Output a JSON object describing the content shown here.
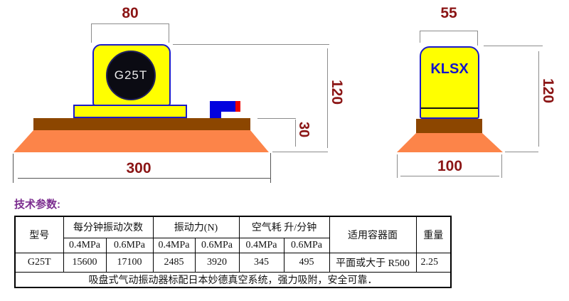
{
  "front_view": {
    "model_label": "G25T",
    "dim_top_width": "80",
    "dim_height": "120",
    "dim_pad_height": "30",
    "dim_base_width": "300"
  },
  "side_view": {
    "model_label": "KLSX",
    "dim_top_width": "55",
    "dim_height": "120",
    "dim_base_width": "100"
  },
  "colors": {
    "body_yellow": "#ffff00",
    "outline_blue": "#1a1ac8",
    "plate_brown": "#8c4600",
    "cup_orange": "#fc8449",
    "dimension_red": "#8b1515",
    "title_purple": "#7b2c8f",
    "fitting_blue": "#0202df",
    "fitting_cap_red": "#ee0000"
  },
  "table": {
    "title": "技术参数:",
    "col_model": "型号",
    "grp_freq": "每分钟振动次数",
    "grp_force": "振动力(N)",
    "grp_air": "空气耗 升/分钟",
    "col_surface": "适用容器面",
    "col_weight": "重量",
    "sub_headers": [
      "0.4MPa",
      "0.6MPa",
      "0.4MPa",
      "0.6MPa",
      "0.4MPa",
      "0.6MPa"
    ],
    "data_row": [
      "G25T",
      "15600",
      "17100",
      "2485",
      "3920",
      "345",
      "495",
      "平面或大于 R500",
      "2.25"
    ],
    "note": "吸盘式气动振动器标配日本妙德真空系统，强力吸附，安全可靠．"
  }
}
